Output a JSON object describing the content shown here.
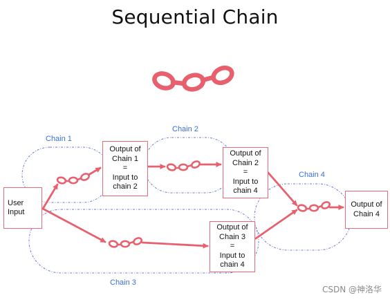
{
  "title": "Sequential Chain",
  "chains": [
    {
      "label": "Chain 1"
    },
    {
      "label": "Chain 2"
    },
    {
      "label": "Chain 3"
    },
    {
      "label": "Chain 4"
    }
  ],
  "boxes": {
    "user_input": "User\nInput",
    "output1": "Output of\nChain 1\n=\nInput to\nchain 2",
    "output2": "Output of\nChain 2\n=\nInput to\nchain 4",
    "output3": "Output of\nChain 3\n=\nInput to\nchain 4",
    "output4": "Output of\nChain 4"
  },
  "watermark": "CSDN @神洛华",
  "colors": {
    "accent": "#e8606d",
    "chain_outline": "#6b79d6",
    "label": "#3b6fd1"
  }
}
